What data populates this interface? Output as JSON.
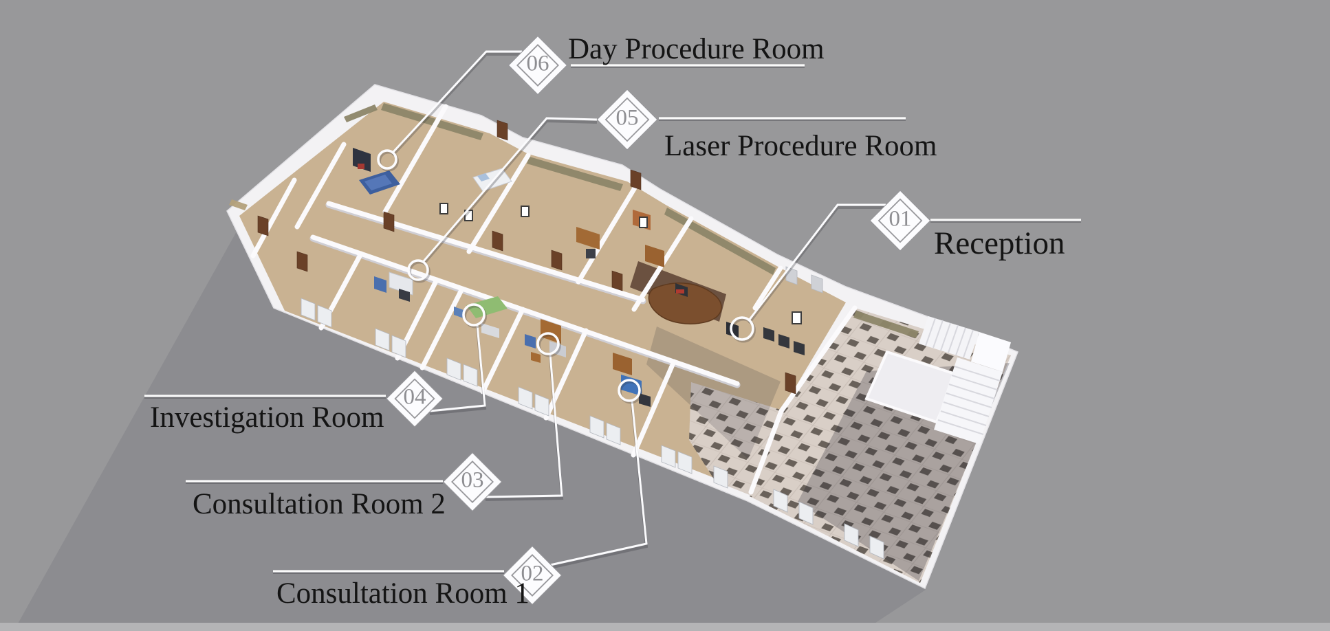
{
  "callouts": [
    {
      "number": "01",
      "label": "Reception"
    },
    {
      "number": "02",
      "label": "Consultation Room 1"
    },
    {
      "number": "03",
      "label": "Consultation Room 2"
    },
    {
      "number": "04",
      "label": "Investigation Room"
    },
    {
      "number": "05",
      "label": "Laser Procedure Room"
    },
    {
      "number": "06",
      "label": "Day Procedure Room"
    }
  ],
  "colors": {
    "background": "#98989a",
    "bottom_strip": "#b4b4b6",
    "building_white": "#f3f2f4",
    "floor_tan": "#c9b292",
    "reception_floor": "#6b5140",
    "checker_base": "#d9cfc7",
    "checker_dark": "#69615a",
    "wall_top_olive": "#8d8669",
    "door_wood": "#6a4128",
    "furniture_wood": "#9a6230",
    "bed_blue": "#3d5f9e",
    "bed_green": "#8fbc72",
    "label_ink": "#141414",
    "marker_number": "#8e8e92",
    "line_white": "#fbfbfd"
  }
}
